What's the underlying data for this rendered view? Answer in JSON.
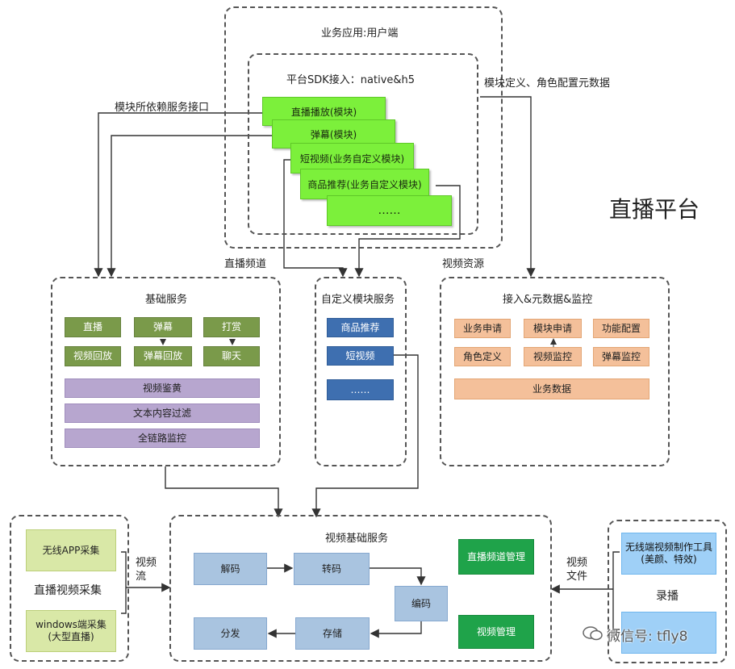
{
  "top": {
    "app_title": "业务应用:用户端",
    "sdk_title": "平台SDK接入：native&h5",
    "sdk_modules": [
      "直播播放(模块)",
      "弹幕(模块)",
      "短视频(业务自定义模块)",
      "商品推荐(业务自定义模块)",
      "……"
    ]
  },
  "platform_title": "直播平台",
  "edge_labels": {
    "module_deps": "模块所依赖服务接口",
    "module_meta": "模块定义、角色配置元数据",
    "live_channel": "直播频道",
    "video_resource": "视频资源",
    "video_stream": "视频\n流",
    "video_file": "视频\n文件"
  },
  "basic_service": {
    "title": "基础服务",
    "row1": [
      "直播",
      "弹幕",
      "打赏"
    ],
    "row2": [
      "视频回放",
      "弹幕回放",
      "聊天"
    ],
    "bars": [
      "视频鉴黄",
      "文本内容过滤",
      "全链路监控"
    ]
  },
  "custom_module_service": {
    "title": "自定义模块服务",
    "items": [
      "商品推荐",
      "短视频",
      "……"
    ]
  },
  "access_meta_monitor": {
    "title": "接入&元数据&监控",
    "row1": [
      "业务申请",
      "模块申请",
      "功能配置"
    ],
    "row2": [
      "角色定义",
      "视频监控",
      "弹幕监控"
    ],
    "bar": "业务数据"
  },
  "capture": {
    "title": "直播视频采集",
    "items": [
      "无线APP采集",
      "windows端采集\n(大型直播)"
    ]
  },
  "video_base_service": {
    "title": "视频基础服务",
    "pipeline": [
      "解码",
      "转码",
      "编码",
      "存储",
      "分发"
    ],
    "management": [
      "直播频道管理",
      "视频管理"
    ]
  },
  "recording": {
    "title": "录播",
    "tool": "无线端视频制作工具\n(美颜、特效)"
  },
  "watermark": {
    "text": "微信号: tfly8"
  }
}
